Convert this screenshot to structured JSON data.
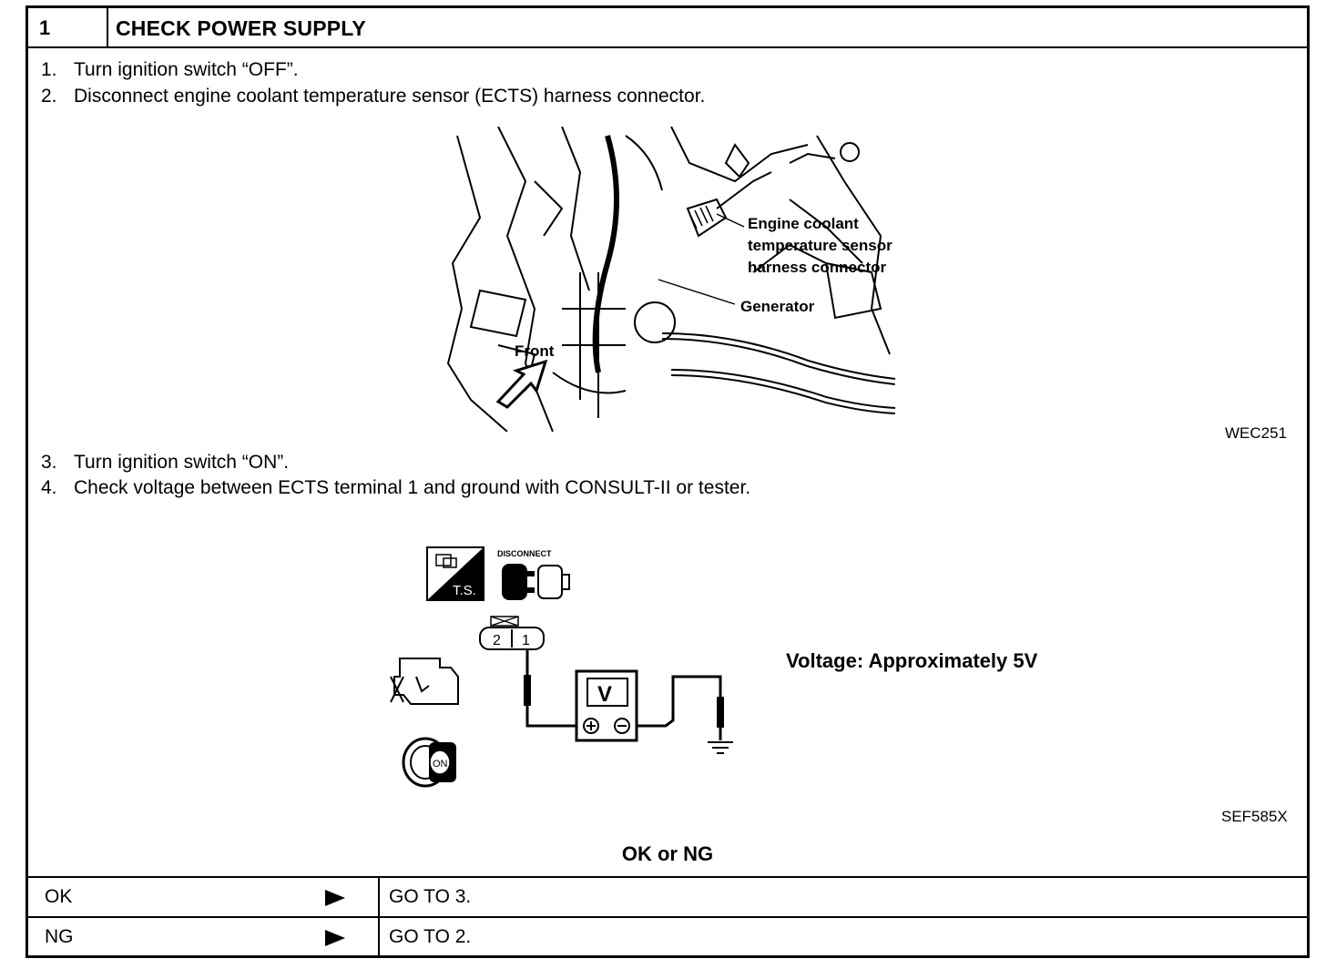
{
  "header": {
    "step_number": "1",
    "title": "CHECK POWER SUPPLY"
  },
  "steps_part1": [
    {
      "num": "1.",
      "text": "Turn ignition switch “OFF”."
    },
    {
      "num": "2.",
      "text": "Disconnect engine coolant temperature sensor (ECTS) harness connector."
    }
  ],
  "figure1": {
    "callout_sensor_line1": "Engine coolant",
    "callout_sensor_line2": "temperature sensor",
    "callout_sensor_line3": "harness connector",
    "callout_generator": "Generator",
    "callout_front": "Front",
    "figure_id": "WEC251"
  },
  "steps_part2": [
    {
      "num": "3.",
      "text": "Turn ignition switch “ON”."
    },
    {
      "num": "4.",
      "text": "Check voltage between ECTS terminal 1 and ground with CONSULT-II or tester."
    }
  ],
  "figure2": {
    "ts_label": "T.S.",
    "disconnect_label": "DISCONNECT",
    "pin2": "2",
    "pin1": "1",
    "meter_label": "V",
    "key_label": "ON",
    "spec": "Voltage: Approximately 5V",
    "figure_id": "SEF585X"
  },
  "result": {
    "title": "OK or NG",
    "rows": [
      {
        "label": "OK",
        "action": "GO TO 3."
      },
      {
        "label": "NG",
        "action": "GO TO 2."
      }
    ]
  }
}
